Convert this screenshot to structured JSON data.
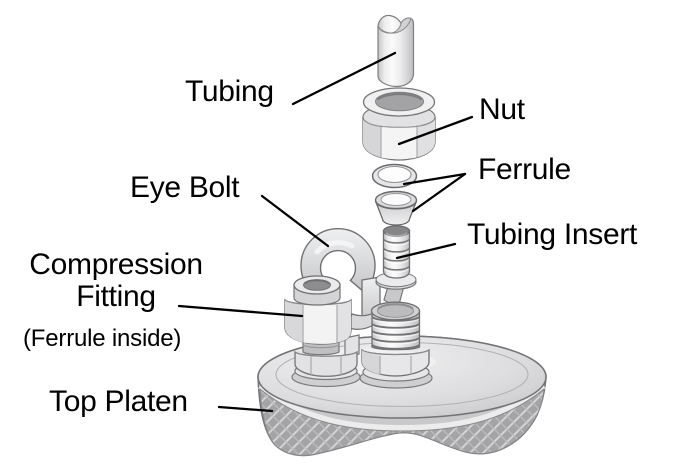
{
  "diagram": {
    "labels": {
      "tubing": "Tubing",
      "nut": "Nut",
      "ferrule": "Ferrule",
      "tubing_insert": "Tubing Insert",
      "eye_bolt": "Eye Bolt",
      "compression_fitting_line1": "Compression",
      "compression_fitting_line2": "Fitting",
      "compression_fitting_note": "(Ferrule inside)",
      "top_platen": "Top Platen"
    },
    "colors": {
      "background": "#ffffff",
      "label_text": "#000000",
      "leader_line": "#000000",
      "metal_highlight": "#f4f4f5",
      "metal_light": "#e6e6e8",
      "metal_mid": "#c9c9cb",
      "metal_dark": "#98989a",
      "outline": "#6f6f72"
    }
  }
}
